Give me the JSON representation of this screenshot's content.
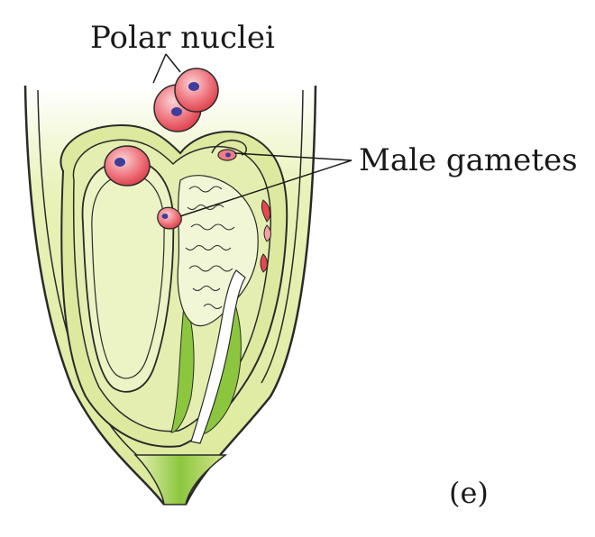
{
  "labels": {
    "polar_nuclei": "Polar nuclei",
    "male_gametes": "Male gametes",
    "panel": "(e)"
  },
  "colors": {
    "tissue_light": "#e9f2b8",
    "tissue_mid": "#cfe285",
    "tissue_green": "#8cc63f",
    "nucleus_red": "#e8464f",
    "nucleus_pink": "#f4a1a6",
    "nucleolus_blue": "#3d3d9e",
    "outline": "#2a2a2a"
  }
}
